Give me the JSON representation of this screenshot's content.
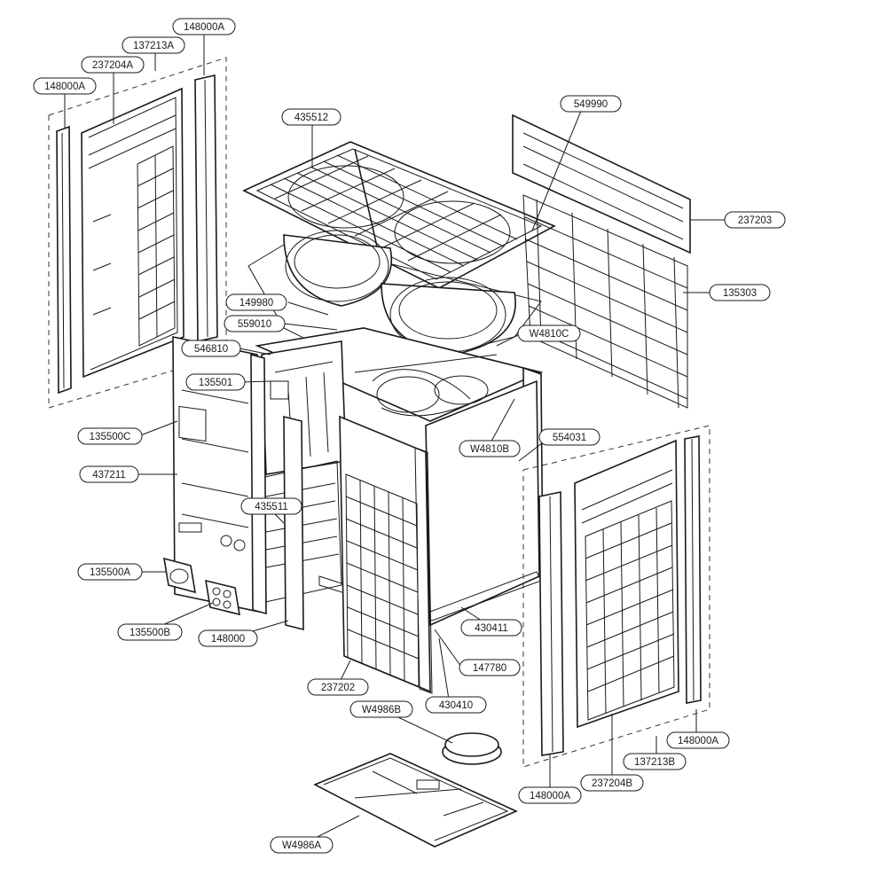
{
  "diagram": {
    "callouts": [
      {
        "id": "c01",
        "label": "148000A"
      },
      {
        "id": "c02",
        "label": "137213A"
      },
      {
        "id": "c03",
        "label": "237204A"
      },
      {
        "id": "c04",
        "label": "148000A"
      },
      {
        "id": "c05",
        "label": "435512"
      },
      {
        "id": "c06",
        "label": "549990"
      },
      {
        "id": "c07",
        "label": "237203"
      },
      {
        "id": "c08",
        "label": "135303"
      },
      {
        "id": "c09",
        "label": "149980"
      },
      {
        "id": "c10",
        "label": "559010"
      },
      {
        "id": "c11",
        "label": "546810"
      },
      {
        "id": "c12",
        "label": "W4810C"
      },
      {
        "id": "c13",
        "label": "135501"
      },
      {
        "id": "c14",
        "label": "W4810B"
      },
      {
        "id": "c15",
        "label": "554031"
      },
      {
        "id": "c16",
        "label": "135500C"
      },
      {
        "id": "c17",
        "label": "437211"
      },
      {
        "id": "c18",
        "label": "435511"
      },
      {
        "id": "c19",
        "label": "135500A"
      },
      {
        "id": "c20",
        "label": "135500B"
      },
      {
        "id": "c21",
        "label": "148000"
      },
      {
        "id": "c22",
        "label": "430411"
      },
      {
        "id": "c23",
        "label": "147780"
      },
      {
        "id": "c24",
        "label": "237202"
      },
      {
        "id": "c25",
        "label": "430410"
      },
      {
        "id": "c26",
        "label": "W4986B"
      },
      {
        "id": "c27",
        "label": "148000A"
      },
      {
        "id": "c28",
        "label": "137213B"
      },
      {
        "id": "c29",
        "label": "148000A"
      },
      {
        "id": "c30",
        "label": "237204B"
      },
      {
        "id": "c31",
        "label": "W4986A"
      }
    ]
  }
}
